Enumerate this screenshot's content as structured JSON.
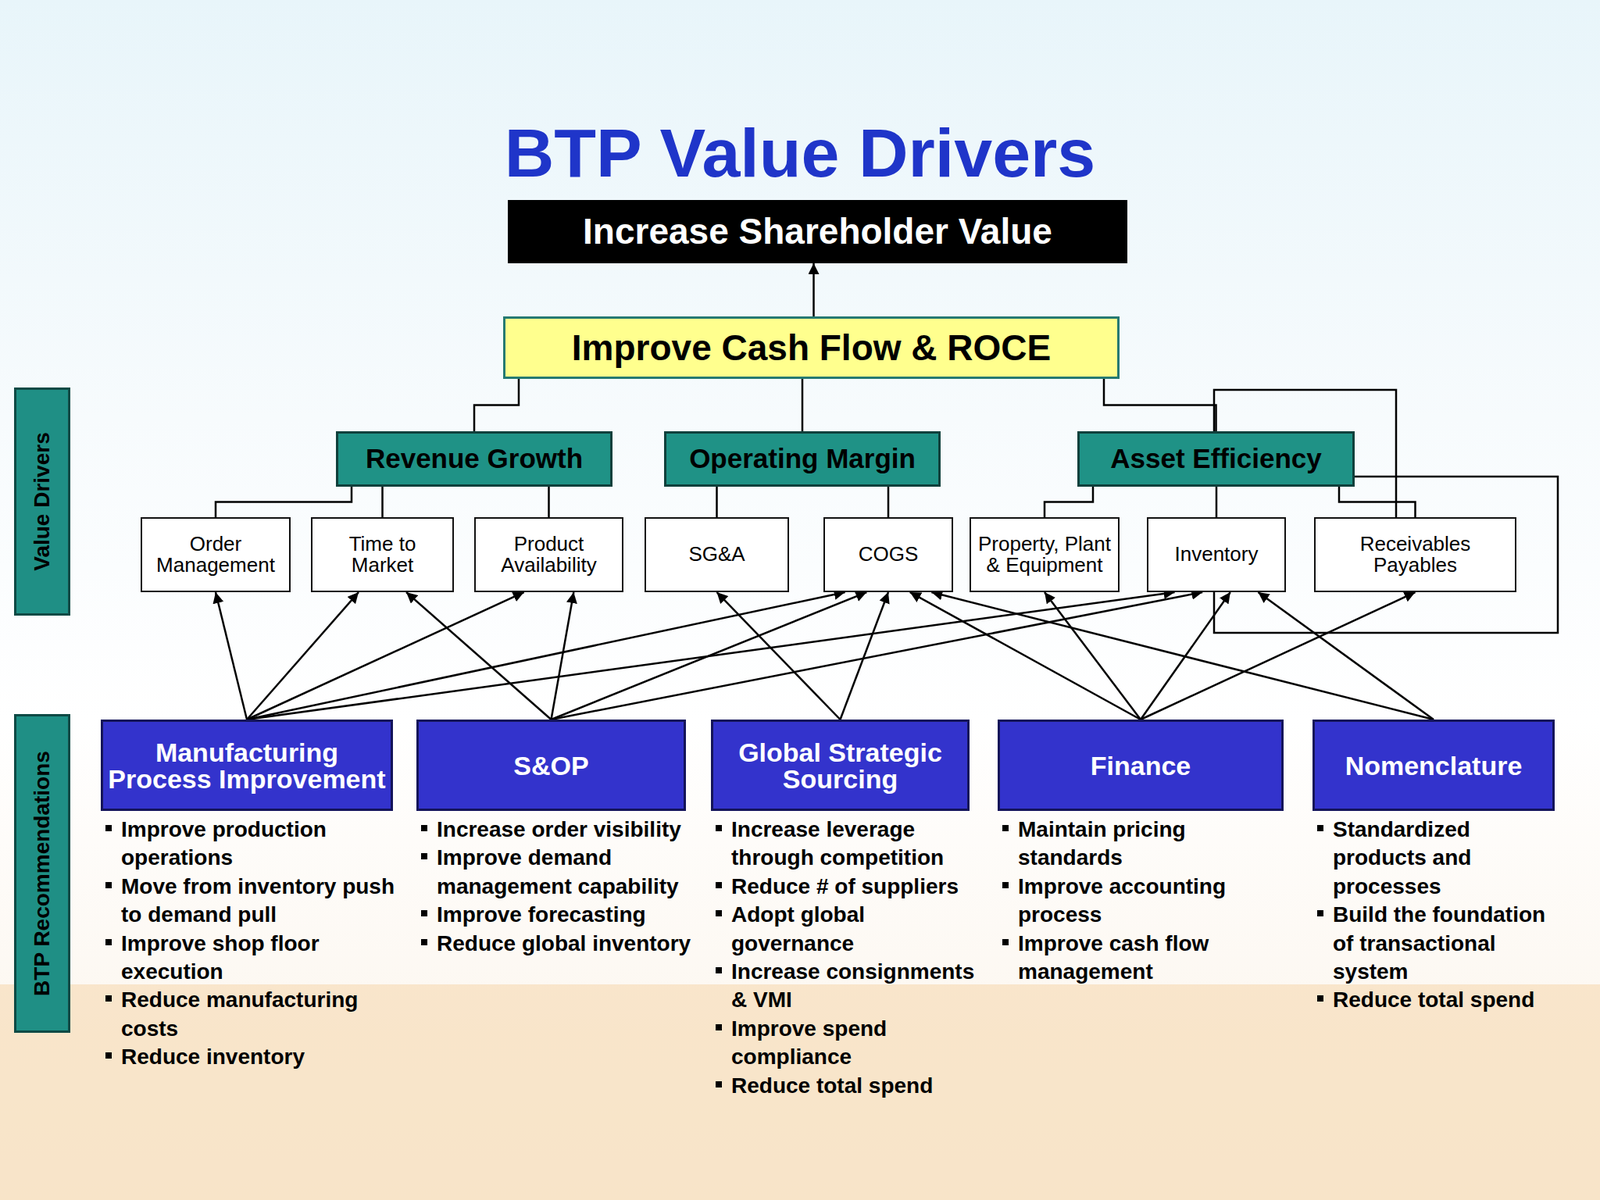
{
  "diagram": {
    "title": "BTP Value Drivers",
    "nodes": [
      {
        "text": [
          "Increase Shareholder Value"
        ]
      },
      {
        "text": [
          "Improve Cash Flow & ROCE"
        ]
      },
      {
        "text": [
          "Revenue Growth"
        ]
      },
      {
        "text": [
          "Operating Margin"
        ]
      },
      {
        "text": [
          "Asset Efficiency"
        ]
      },
      {
        "text": [
          "Order Management"
        ]
      },
      {
        "text": [
          "Time to Market"
        ]
      },
      {
        "text": [
          "Product Availability"
        ]
      },
      {
        "text": [
          "SG&A"
        ]
      },
      {
        "text": [
          "COGS"
        ]
      },
      {
        "text": [
          "Property, Plant & Equipment"
        ]
      },
      {
        "text": [
          "Inventory"
        ]
      },
      {
        "text": [
          "Receivables Payables"
        ]
      },
      {
        "text": [
          "Manufacturing Process Improvement",
          "Improve production operations",
          "Move from inventory push to demand pull",
          "Improve shop floor execution",
          "Reduce manufacturing costs",
          "Reduce inventory"
        ]
      },
      {
        "text": [
          "S&OP",
          "Increase order visibility",
          "Improve demand management capability",
          "Improve forecasting",
          "Reduce global inventory"
        ]
      },
      {
        "text": [
          "Global Strategic Sourcing",
          "Increase leverage through competition",
          "Reduce # of suppliers",
          "Adopt global governance",
          "Increase consignments & VMI",
          "Improve spend compliance",
          "Reduce total spend"
        ]
      },
      {
        "text": [
          "Finance",
          "Maintain pricing standards",
          "Improve accounting process",
          "Improve cash flow management"
        ]
      },
      {
        "text": [
          "Nomenclature",
          "Standardized products and processes",
          "Build the foundation of transactional system",
          "Reduce total spend"
        ]
      },
      {
        "text": [
          "Value Drivers"
        ]
      },
      {
        "text": [
          "BTP Recommendations"
        ]
      }
    ],
    "edges": [
      {
        "from": 1,
        "to": 0,
        "arrow": "to"
      },
      {
        "from": 1,
        "to": 2,
        "arrow": "none"
      },
      {
        "from": 1,
        "to": 3,
        "arrow": "none"
      },
      {
        "from": 1,
        "to": 4,
        "arrow": "none"
      },
      {
        "from": 2,
        "to": 5,
        "arrow": "none"
      },
      {
        "from": 2,
        "to": 6,
        "arrow": "none"
      },
      {
        "from": 2,
        "to": 7,
        "arrow": "none"
      },
      {
        "from": 3,
        "to": 8,
        "arrow": "none"
      },
      {
        "from": 3,
        "to": 9,
        "arrow": "none"
      },
      {
        "from": 4,
        "to": 10,
        "arrow": "none"
      },
      {
        "from": 4,
        "to": 11,
        "arrow": "none"
      },
      {
        "from": 4,
        "to": 12,
        "arrow": "none"
      },
      {
        "from": 13,
        "to": 5,
        "arrow": "to"
      },
      {
        "from": 13,
        "to": 6,
        "arrow": "to"
      },
      {
        "from": 13,
        "to": 7,
        "arrow": "to"
      },
      {
        "from": 13,
        "to": 9,
        "arrow": "to"
      },
      {
        "from": 13,
        "to": 11,
        "arrow": "to"
      },
      {
        "from": 14,
        "to": 6,
        "arrow": "to"
      },
      {
        "from": 14,
        "to": 7,
        "arrow": "to"
      },
      {
        "from": 14,
        "to": 9,
        "arrow": "to"
      },
      {
        "from": 14,
        "to": 11,
        "arrow": "to"
      },
      {
        "from": 15,
        "to": 8,
        "arrow": "to"
      },
      {
        "from": 15,
        "to": 9,
        "arrow": "to"
      },
      {
        "from": 16,
        "to": 9,
        "arrow": "to"
      },
      {
        "from": 16,
        "to": 10,
        "arrow": "to"
      },
      {
        "from": 16,
        "to": 11,
        "arrow": "to"
      },
      {
        "from": 16,
        "to": 12,
        "arrow": "to"
      },
      {
        "from": 17,
        "to": 9,
        "arrow": "to"
      },
      {
        "from": 17,
        "to": 11,
        "arrow": "to"
      }
    ]
  }
}
